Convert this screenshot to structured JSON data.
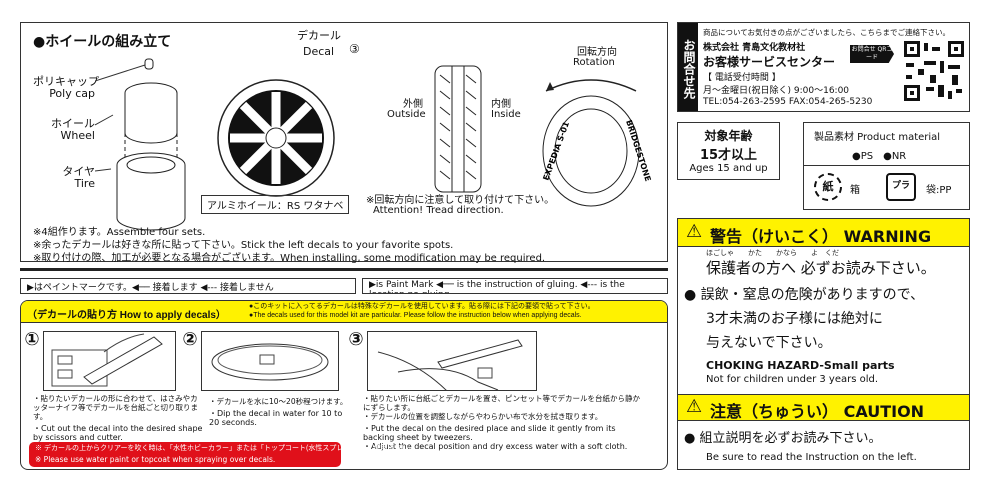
{
  "wheel_section": {
    "title": "●ホイールの組み立て",
    "poly_cap_jp": "ポリキャップ",
    "poly_cap_en": "Poly cap",
    "wheel_jp": "ホイール",
    "wheel_en": "Wheel",
    "tire_jp": "タイヤ",
    "tire_en": "Tire",
    "decal_jp": "デカール",
    "decal_en": "Decal",
    "decal_num": "③",
    "wheel_name": "アルミホイール：RS ワタナベ",
    "outside_jp": "外側",
    "outside_en": "Outside",
    "inside_jp": "内側",
    "inside_en": "Inside",
    "rotation_jp": "回転方向",
    "rotation_en": "Rotation",
    "tire_text_left": "EXPEDIA S-01",
    "tire_text_right": "BRIDGESTONE",
    "tread_note_jp": "※回転方向に注意して取り付けて下さい。",
    "tread_note_en": "Attention! Tread direction.",
    "notes": [
      "※4組作ります。Assemble four sets.",
      "※余ったデカールは好きな所に貼って下さい。Stick the left decals to your favorite spots.",
      "※取り付けの際、加工が必要となる場合がございます。When installing, some modification may be required."
    ]
  },
  "legend": {
    "jp": "はペイントマークです。◀── 接着します ◀‐‐‐ 接着しません",
    "en": "is Paint Mark ◀── is the instruction of gluing. ◀‐‐‐ is the location no gluing."
  },
  "decals": {
    "title": "（デカールの貼り方 How to apply decals）",
    "header_jp": "●このキットに入ってるデカールは特殊なデカールを使用しています。貼る際には下記の要領で貼って下さい。",
    "header_en": "●The decals used for this model kit are particular. Please follow the instruction below when applying decals.",
    "steps": [
      {
        "num": "①",
        "jp": "・貼りたいデカールの形に合わせて、はさみやカッターナイフ等でデカールを台紙ごと切り取ります。",
        "en": "・Cut out the decal into the desired shape by scissors and cutter."
      },
      {
        "num": "②",
        "jp": "・デカールを水に10〜20秒程つけます。",
        "en": "・Dip the decal in water for 10 to 20 seconds."
      },
      {
        "num": "③",
        "jp": "・貼りたい所に台紙ごとデカールを置き、ピンセット等でデカールを台紙から静かにずらします。\n・デカールの位置を調整しながらやわらかい布で水分を拭き取ります。",
        "en": "・Put the decal on the desired place and slide it gently from its backing sheet by tweezers.\n・Adjust the decal position and dry excess water with a soft cloth."
      }
    ],
    "red_note_jp": "※ デカールの上からクリアーを吹く時は、「水性ホビーカラー」または「トップコート(水性スプレー)」をご使用下さい。",
    "red_note_en": "※ Please use water paint or topcoat when spraying over decals."
  },
  "contact": {
    "side_label": "お問合せ先",
    "intro": "商品についてお気付きの点がございましたら、こちらまでご連絡下さい。",
    "company": "株式会社 青島文化教材社",
    "center": "お客様サービスセンター",
    "hours_label": "【 電話受付時間 】",
    "hours": "月〜金曜日(祝日除く) 9:00〜16:00",
    "phone": "TEL:054-263-2595  FAX:054-265-5230",
    "qr_label": "お問合せ QRコード"
  },
  "age": {
    "jp": "対象年齢",
    "jp2": "15才以上",
    "en": "Ages 15 and up"
  },
  "material": {
    "title": "製品素材 Product material",
    "items": "●PS　●NR",
    "paper_icon_label": "紙",
    "box_label": "箱",
    "plastic_icon_label": "プラ",
    "bag_label": "袋:PP"
  },
  "warning": {
    "header": "警告（けいこく） WARNING",
    "line1": "保護者の方へ 必ずお読み下さい。",
    "line2": "誤飲・窒息の危険がありますので、",
    "line3": "3才未満のお子様には絶対に",
    "line4": "与えないで下さい。",
    "en1": "CHOKING HAZARD-Small parts",
    "en2": "Not for children under 3 years old."
  },
  "caution": {
    "header": "注意（ちゅうい） CAUTION",
    "line1": "組立説明を必ずお読み下さい。",
    "en": "Be sure to read the Instruction on the left."
  }
}
